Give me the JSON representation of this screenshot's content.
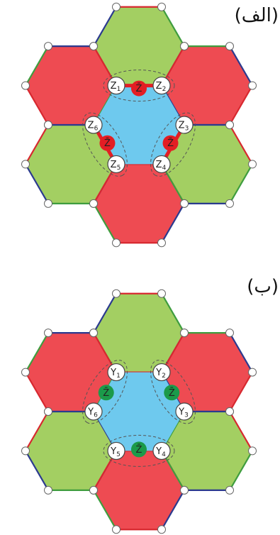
{
  "colors": {
    "red_tile": "#ee4b52",
    "green_tile": "#a3cf62",
    "blue_tile": "#6ec9ee",
    "edge_red": "#d7282f",
    "edge_blue": "#2b3a8f",
    "edge_green": "#3f9d3f",
    "zbar_red": "#e31e24",
    "zbar_green": "#1b9a4a",
    "dashed": "#555555"
  },
  "panels": [
    {
      "id": "a",
      "label": "(الف)",
      "center_tile": "blue",
      "ring_tiles": [
        "red",
        "green",
        "red",
        "green",
        "red",
        "green"
      ],
      "outer_ring_top": "green",
      "qubit_prefix": "Z",
      "qubits": [
        {
          "letter": "Z",
          "index": "1"
        },
        {
          "letter": "Z",
          "index": "2"
        },
        {
          "letter": "Z",
          "index": "3"
        },
        {
          "letter": "Z",
          "index": "4"
        },
        {
          "letter": "Z",
          "index": "5"
        },
        {
          "letter": "Z",
          "index": "6"
        }
      ],
      "zbar": {
        "label": "Z̄",
        "color": "red",
        "positions": [
          "top",
          "right",
          "left"
        ]
      }
    },
    {
      "id": "b",
      "label": "(ب)",
      "center_tile": "blue",
      "qubit_prefix": "Y",
      "qubits": [
        {
          "letter": "Y",
          "index": "1"
        },
        {
          "letter": "Y",
          "index": "2"
        },
        {
          "letter": "Y",
          "index": "3"
        },
        {
          "letter": "Y",
          "index": "4"
        },
        {
          "letter": "Y",
          "index": "5"
        },
        {
          "letter": "Y",
          "index": "6"
        }
      ],
      "zbar": {
        "label": "Z̄",
        "color": "green",
        "positions": [
          "left",
          "right",
          "bottom"
        ]
      }
    }
  ]
}
